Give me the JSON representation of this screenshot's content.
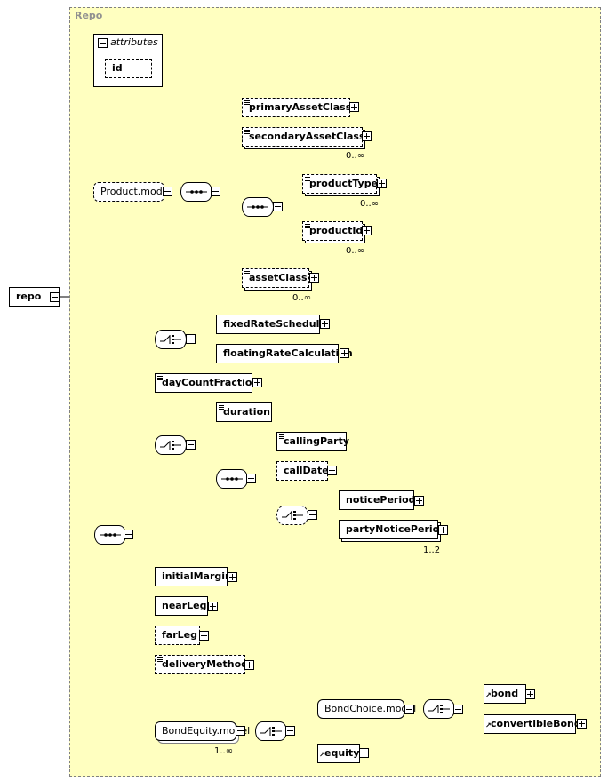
{
  "group": {
    "title": "Repo"
  },
  "attributes": {
    "label": "attributes",
    "items": [
      "id"
    ]
  },
  "root": {
    "name": "repo"
  },
  "product_model": {
    "name": "Product.model",
    "children": {
      "primaryAssetClass": "primaryAssetClass",
      "secondaryAssetClass": "secondaryAssetClass",
      "secondaryAssetClass_card": "0..∞",
      "productType": "productType",
      "productType_card": "0..∞",
      "productId": "productId",
      "productId_card": "0..∞",
      "assetClass": "assetClass",
      "assetClass_card": "0..∞"
    }
  },
  "repo_elements": {
    "fixedRateSchedule": "fixedRateSchedule",
    "floatingRateCalculation": "floatingRateCalculation",
    "dayCountFraction": "dayCountFraction",
    "duration": "duration",
    "callingParty": "callingParty",
    "callDate": "callDate",
    "noticePeriod": "noticePeriod",
    "partyNoticePeriod": "partyNoticePeriod",
    "partyNoticePeriod_card": "1..2",
    "initialMargin": "initialMargin",
    "nearLeg": "nearLeg",
    "farLeg": "farLeg",
    "deliveryMethod": "deliveryMethod"
  },
  "bond_equity": {
    "name": "BondEquity.model",
    "card": "1..∞",
    "bond_choice": "BondChoice.model",
    "bond": "bond",
    "convertibleBond": "convertibleBond",
    "equity": "equity"
  },
  "compositor_icons": [
    "sequence-icon",
    "choice-icon"
  ]
}
